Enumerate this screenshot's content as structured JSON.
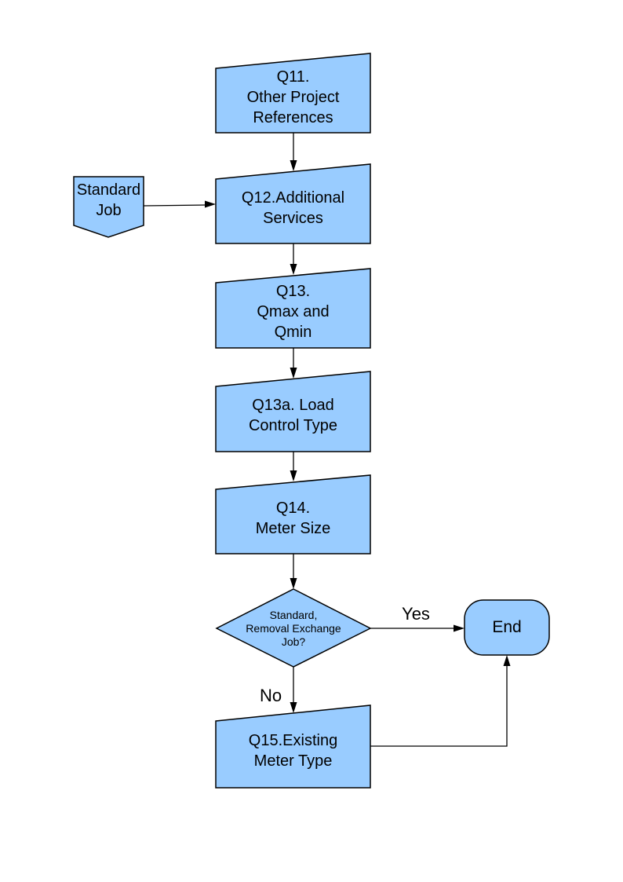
{
  "page": {
    "background": "#ffffff"
  },
  "colors": {
    "node_fill": "#99ccff",
    "node_border": "#000000",
    "text": "#000000"
  },
  "flowchart": {
    "nodes": {
      "q11": {
        "shape": "slant-top-box",
        "lines": [
          "Q11.",
          "Other Project",
          "References"
        ]
      },
      "standard_job": {
        "shape": "off-page-connector",
        "lines": [
          "Standard",
          "Job"
        ]
      },
      "q12": {
        "shape": "slant-top-box",
        "lines": [
          "Q12.Additional",
          "Services"
        ]
      },
      "q13": {
        "shape": "slant-top-box",
        "lines": [
          "Q13.",
          "Qmax and",
          "Qmin"
        ]
      },
      "q13a": {
        "shape": "slant-top-box",
        "lines": [
          "Q13a. Load",
          "Control Type"
        ]
      },
      "q14": {
        "shape": "slant-top-box",
        "lines": [
          "Q14.",
          "Meter Size"
        ]
      },
      "decision": {
        "shape": "diamond",
        "lines": [
          "Standard,",
          "Removal Exchange",
          "Job?"
        ]
      },
      "end": {
        "shape": "terminator",
        "lines": [
          "End"
        ]
      },
      "q15": {
        "shape": "slant-top-box",
        "lines": [
          "Q15.Existing",
          "Meter Type"
        ]
      }
    },
    "edge_labels": {
      "yes": "Yes",
      "no": "No"
    }
  }
}
